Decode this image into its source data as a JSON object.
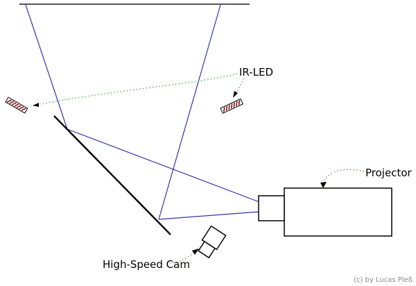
{
  "labels": {
    "ir_led": "IR-LED",
    "projector": "Projector",
    "high_speed_cam": "High-Speed Cam",
    "copyright": "(c) by Lucas Pleß"
  },
  "components": {
    "screen": "projection-surface-line",
    "mirror": "mirror-line",
    "beams": "projector-light-beams",
    "ir_led_left": "ir-led-module-left",
    "ir_led_right": "ir-led-module-right",
    "projector_box": "projector-body-with-lens",
    "camera": "high-speed-camera"
  },
  "colors": {
    "beam": "#3333aa",
    "mirror": "#000000",
    "screen_line": "#555555",
    "led_stripes": "#7b1618",
    "annotation_arrow": "#4aa64a",
    "arrowhead": "#000000",
    "outline": "#000000",
    "copyright": "#8a8a8a"
  }
}
